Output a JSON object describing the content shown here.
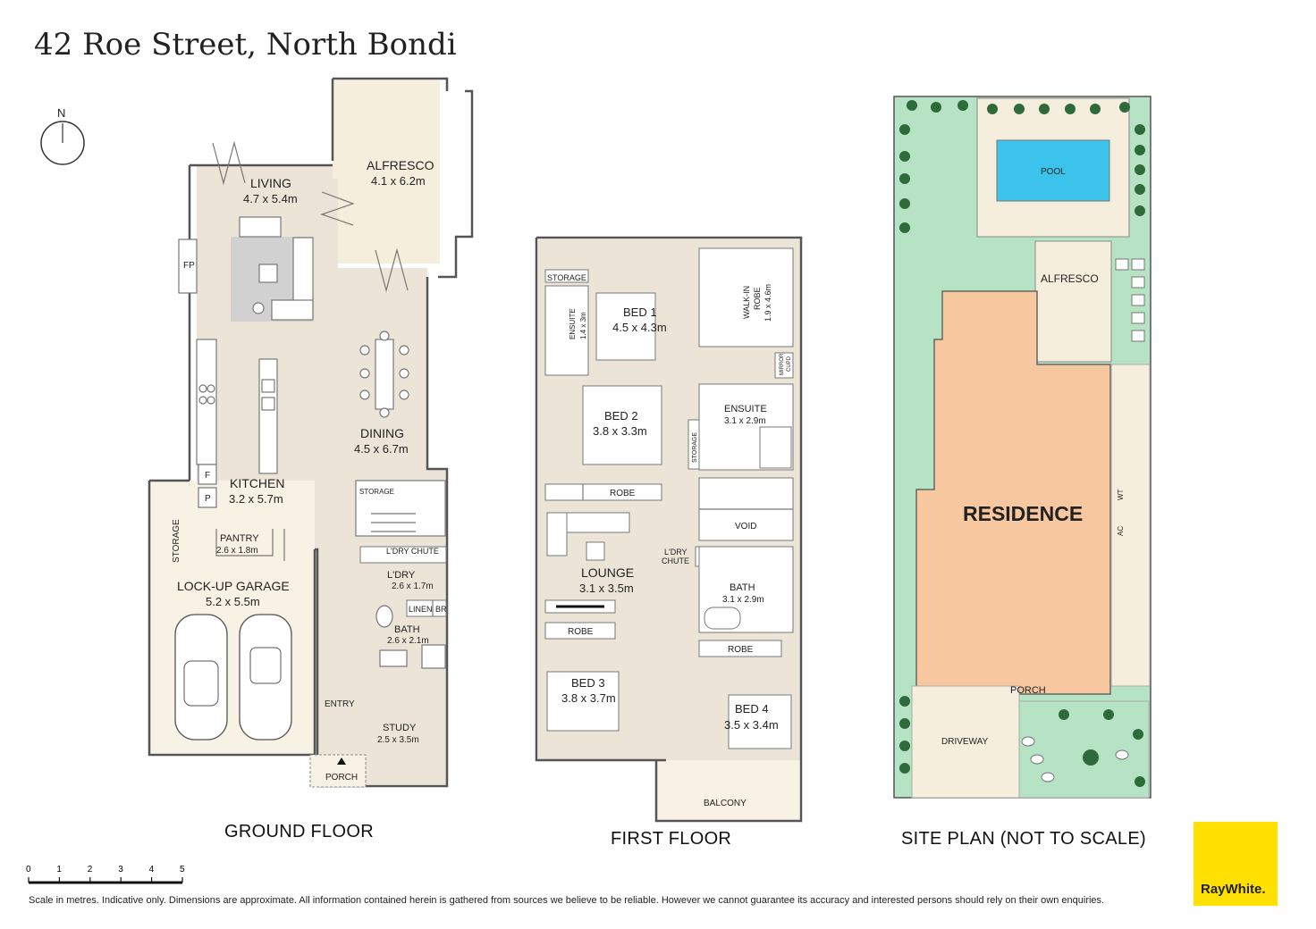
{
  "title": "42 Roe Street, North Bondi",
  "compass": "N",
  "ground_floor": {
    "caption": "GROUND FLOOR",
    "rooms": [
      {
        "name": "LIVING",
        "dim": "4.7 x 5.4m"
      },
      {
        "name": "ALFRESCO",
        "dim": "4.1 x 6.2m"
      },
      {
        "name": "DINING",
        "dim": "4.5 x 6.7m"
      },
      {
        "name": "KITCHEN",
        "dim": "3.2 x 5.7m"
      },
      {
        "name": "PANTRY",
        "dim": "2.6 x 1.8m"
      },
      {
        "name": "LOCK-UP GARAGE",
        "dim": "5.2 x 5.5m"
      },
      {
        "name": "L'DRY",
        "dim": "2.6 x 1.7m"
      },
      {
        "name": "BATH",
        "dim": "2.6 x 2.1m"
      },
      {
        "name": "STUDY",
        "dim": "2.5 x 3.5m"
      }
    ],
    "labels": {
      "fp": "FP",
      "f": "F",
      "p": "P",
      "storage_side": "STORAGE",
      "storage": "STORAGE",
      "ldry_chute": "L'DRY CHUTE",
      "linen": "LINEN",
      "br": "BR",
      "entry": "ENTRY",
      "porch": "PORCH"
    }
  },
  "first_floor": {
    "caption": "FIRST FLOOR",
    "rooms": [
      {
        "name": "BED 1",
        "dim": "4.5 x 4.3m"
      },
      {
        "name": "BED 2",
        "dim": "3.8 x 3.3m"
      },
      {
        "name": "LOUNGE",
        "dim": "3.1 x 3.5m"
      },
      {
        "name": "BED 3",
        "dim": "3.8 x 3.7m"
      },
      {
        "name": "BED 4",
        "dim": "3.5 x 3.4m"
      },
      {
        "name": "ENSUITE",
        "dim": "3.1 x 2.9m"
      },
      {
        "name": "BATH",
        "dim": "3.1 x 2.9m"
      }
    ],
    "labels": {
      "storage": "STORAGE",
      "ensuite_small": "ENSUITE",
      "ensuite_small_dim": "1.4 x 3m",
      "walkin": "WALK-IN",
      "robe": "ROBE",
      "walkin_dim": "1.9 x 4.6m",
      "mirror": "MIRROR",
      "cupd": "CUPD",
      "storage_v": "STORAGE",
      "robe_1": "ROBE",
      "void": "VOID",
      "ldry": "L'DRY",
      "chute": "CHUTE",
      "robe_2": "ROBE",
      "robe_3": "ROBE",
      "balcony": "BALCONY"
    }
  },
  "site_plan": {
    "caption": "SITE PLAN (NOT TO SCALE)",
    "labels": {
      "pool": "POOL",
      "alfresco": "ALFRESCO",
      "residence": "RESIDENCE",
      "wt": "WT",
      "ac": "AC",
      "porch": "PORCH",
      "driveway": "DRIVEWAY"
    }
  },
  "scale_bar": {
    "ticks": [
      "0",
      "1",
      "2",
      "3",
      "4",
      "5"
    ]
  },
  "disclaimer": "Scale in metres. Indicative only. Dimensions are approximate. All information contained herein is gathered from sources we believe to be reliable. However we cannot guarantee its accuracy and interested persons should rely on their own enquiries.",
  "brand": "RayWhite.",
  "colors": {
    "room": "#ede4d8",
    "garage": "#f7f2e4",
    "alfresco": "#f6eedd",
    "rug": "#d1d1d1",
    "wall": "#555555",
    "grass": "#b6e3c4",
    "pool": "#3cc3ec",
    "residence": "#f7c89f",
    "brand_yellow": "#ffe000"
  }
}
